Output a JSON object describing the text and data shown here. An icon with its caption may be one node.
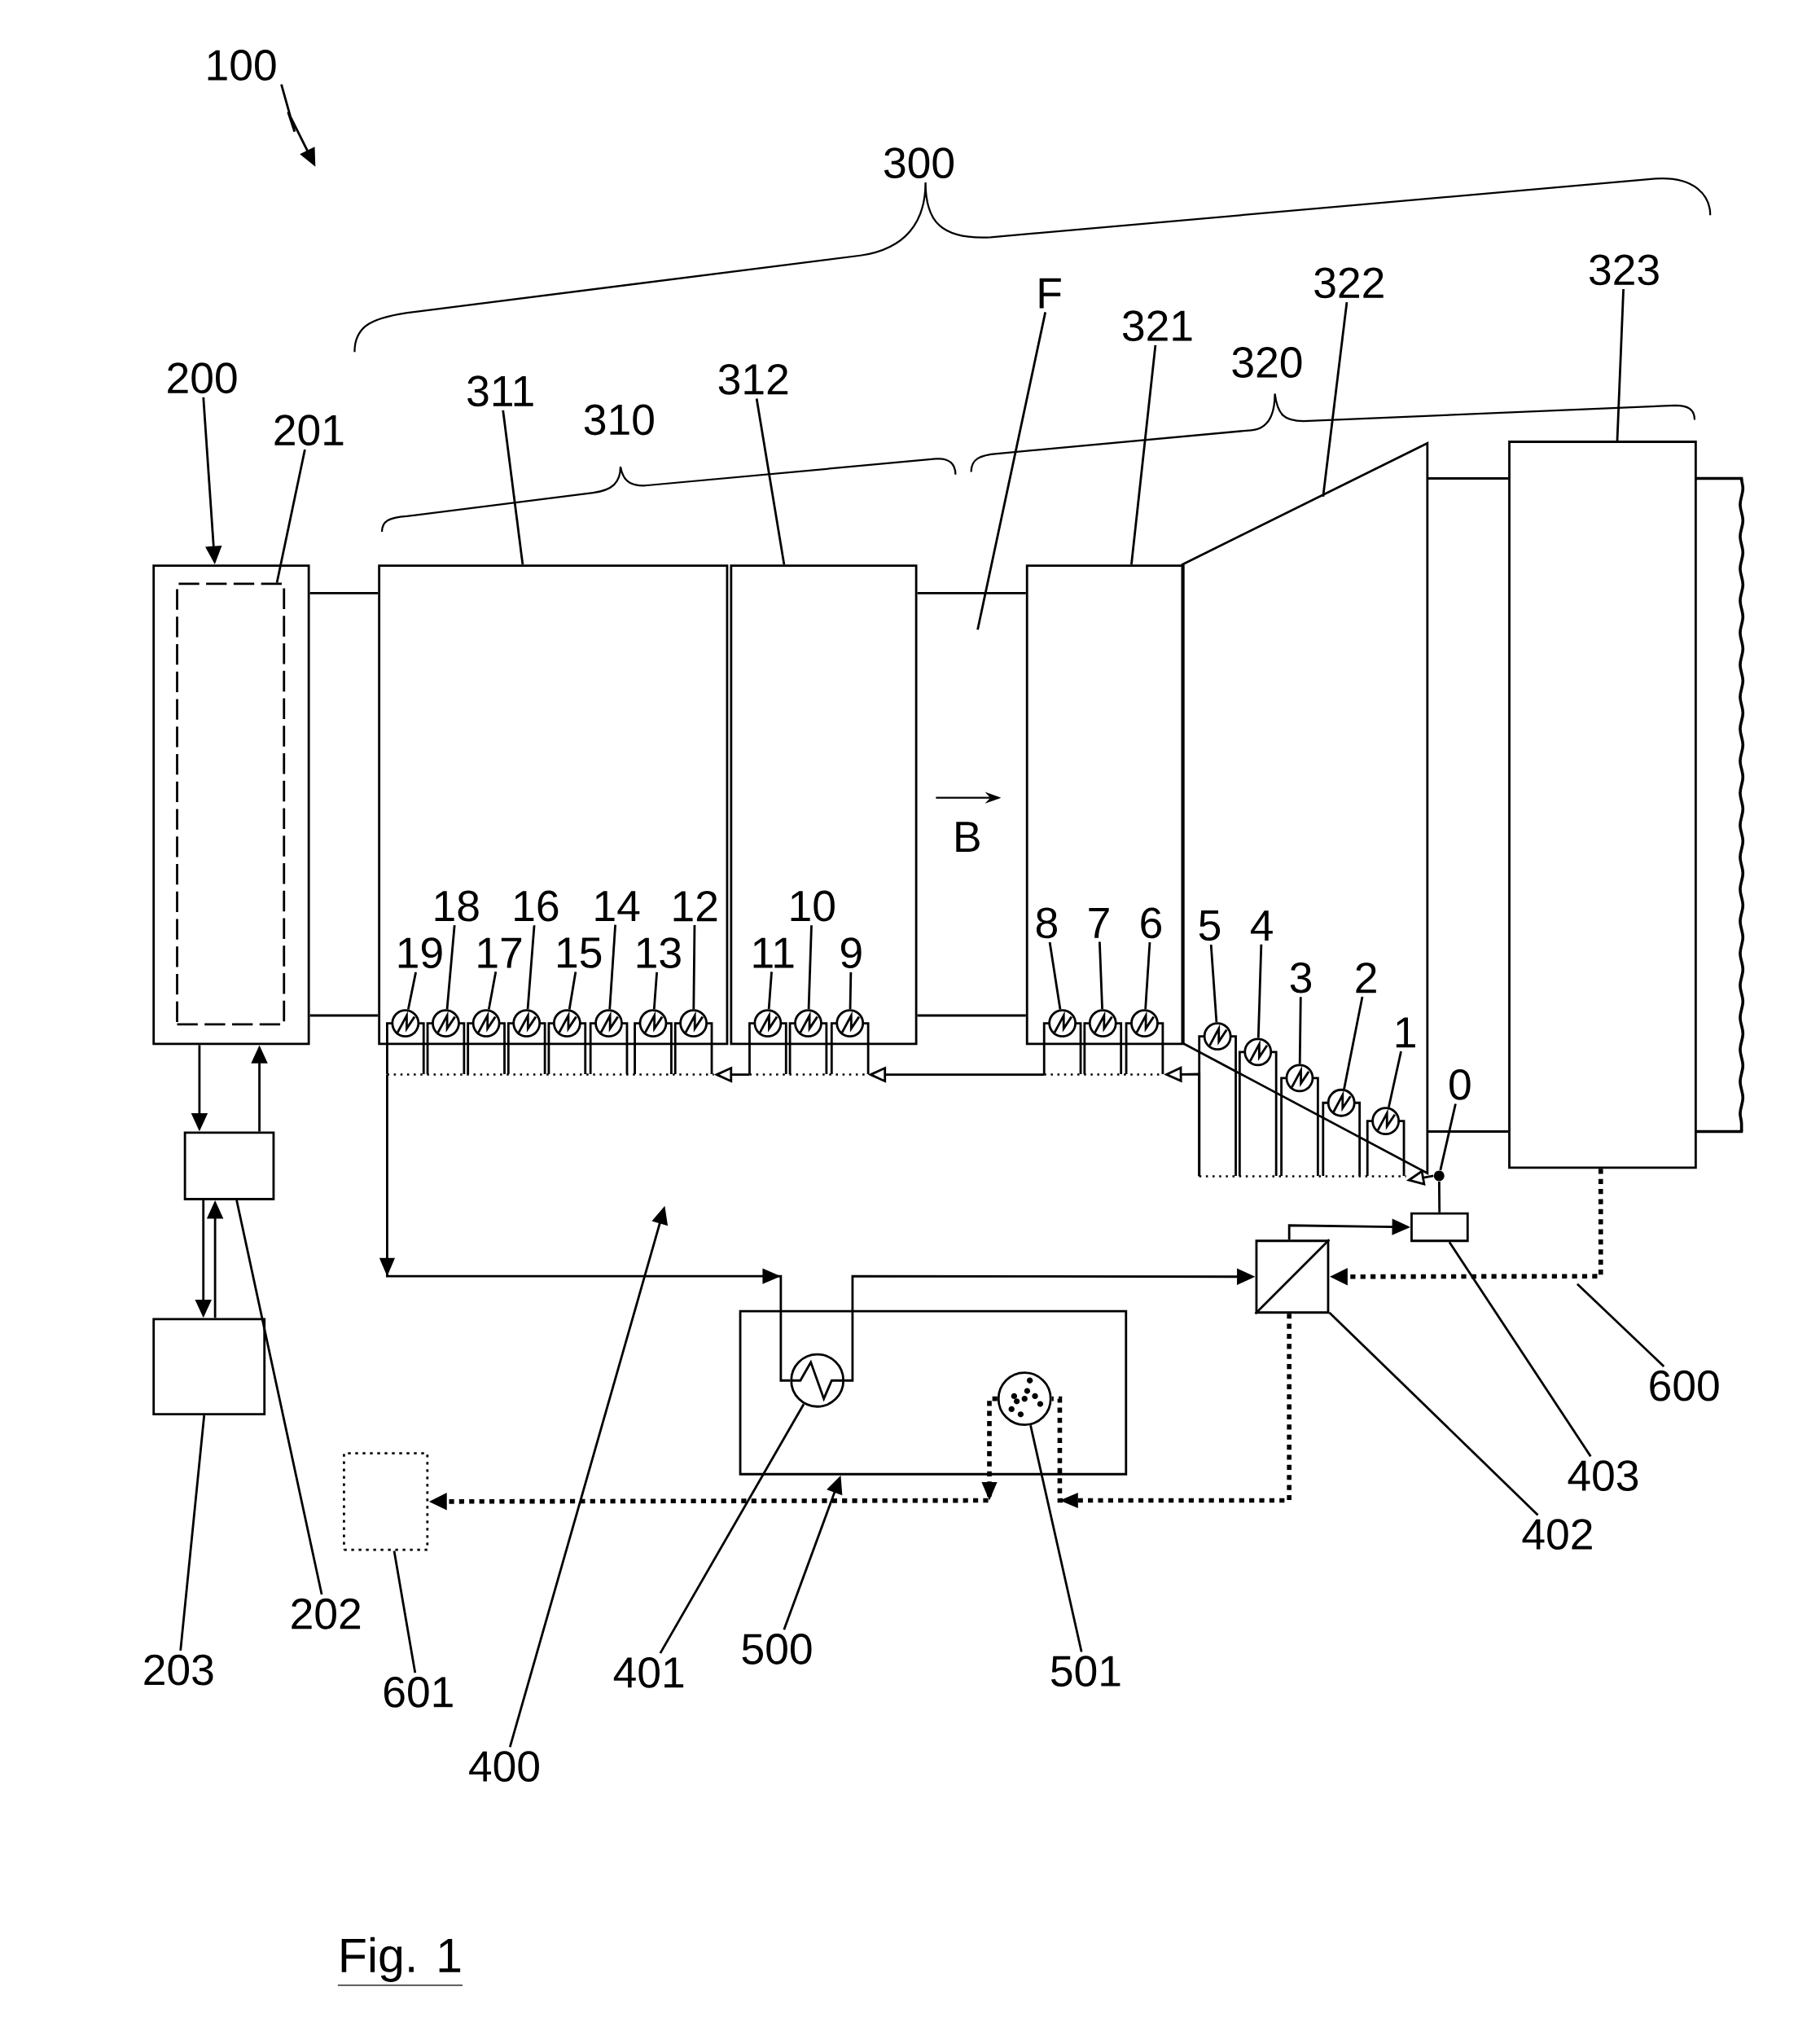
{
  "diagram": {
    "caption": "Fig. 1",
    "nodes": [
      {
        "text": [
          "100"
        ]
      },
      {
        "text": [
          "200"
        ]
      },
      {
        "text": [],
        "shape": "box"
      },
      {
        "text": [],
        "shape": "box",
        "in": 2
      },
      {
        "text": [
          "201"
        ]
      },
      {
        "text": [
          "311"
        ]
      },
      {
        "text": [],
        "shape": "box"
      },
      {
        "text": [
          "312"
        ]
      },
      {
        "text": [],
        "shape": "box"
      },
      {
        "text": [
          "F"
        ]
      },
      {
        "text": [
          "321"
        ]
      },
      {
        "text": [],
        "shape": "box"
      },
      {
        "text": [
          "322"
        ]
      },
      {
        "text": [],
        "shape": "trapezoid"
      },
      {
        "text": [
          "323"
        ]
      },
      {
        "text": [],
        "shape": "box"
      },
      {
        "text": [
          "19"
        ],
        "in": 6
      },
      {
        "text": [],
        "shape": "circle",
        "in": 6
      },
      {
        "text": [
          "18"
        ],
        "in": 6
      },
      {
        "text": [],
        "shape": "circle",
        "in": 6
      },
      {
        "text": [
          "17"
        ],
        "in": 6
      },
      {
        "text": [],
        "shape": "circle",
        "in": 6
      },
      {
        "text": [
          "16"
        ],
        "in": 6
      },
      {
        "text": [],
        "shape": "circle",
        "in": 6
      },
      {
        "text": [
          "15"
        ],
        "in": 6
      },
      {
        "text": [],
        "shape": "circle",
        "in": 6
      },
      {
        "text": [
          "14"
        ],
        "in": 6
      },
      {
        "text": [],
        "shape": "circle",
        "in": 6
      },
      {
        "text": [
          "13"
        ],
        "in": 6
      },
      {
        "text": [],
        "shape": "circle",
        "in": 6
      },
      {
        "text": [
          "12"
        ],
        "in": 6
      },
      {
        "text": [],
        "shape": "circle",
        "in": 6
      },
      {
        "text": [
          "11"
        ],
        "in": 8
      },
      {
        "text": [],
        "shape": "circle",
        "in": 8
      },
      {
        "text": [
          "10"
        ],
        "in": 8
      },
      {
        "text": [],
        "shape": "circle",
        "in": 8
      },
      {
        "text": [
          "9"
        ],
        "in": 8
      },
      {
        "text": [],
        "shape": "circle",
        "in": 8
      },
      {
        "text": [
          "8"
        ],
        "in": 11
      },
      {
        "text": [],
        "shape": "circle",
        "in": 11
      },
      {
        "text": [
          "7"
        ],
        "in": 11
      },
      {
        "text": [],
        "shape": "circle",
        "in": 11
      },
      {
        "text": [
          "6"
        ],
        "in": 11
      },
      {
        "text": [],
        "shape": "circle",
        "in": 11
      },
      {
        "text": [
          "5"
        ],
        "in": 13
      },
      {
        "text": [],
        "shape": "circle",
        "in": 13
      },
      {
        "text": [
          "4"
        ],
        "in": 13
      },
      {
        "text": [],
        "shape": "circle",
        "in": 13
      },
      {
        "text": [
          "3"
        ],
        "in": 13
      },
      {
        "text": [],
        "shape": "circle",
        "in": 13
      },
      {
        "text": [
          "2"
        ],
        "in": 13
      },
      {
        "text": [],
        "shape": "circle",
        "in": 13
      },
      {
        "text": [
          "1"
        ],
        "in": 13
      },
      {
        "text": [],
        "shape": "circle",
        "in": 13
      },
      {
        "text": [
          "0"
        ]
      },
      {
        "text": [],
        "shape": "circle"
      },
      {
        "text": [
          "202"
        ]
      },
      {
        "text": [],
        "shape": "box"
      },
      {
        "text": [
          "203"
        ]
      },
      {
        "text": [],
        "shape": "box"
      },
      {
        "text": [],
        "shape": "box"
      },
      {
        "text": [],
        "shape": "circle",
        "in": 60
      },
      {
        "text": [],
        "shape": "circle",
        "in": 60
      },
      {
        "text": [],
        "shape": "box"
      },
      {
        "text": [],
        "shape": "box"
      },
      {
        "text": [],
        "shape": "box"
      },
      {
        "text": [
          "400"
        ]
      },
      {
        "text": [
          "401"
        ]
      },
      {
        "text": [
          "500"
        ]
      },
      {
        "text": [
          "501"
        ]
      },
      {
        "text": [
          "402"
        ]
      },
      {
        "text": [
          "403"
        ]
      },
      {
        "text": [
          "600"
        ]
      },
      {
        "text": [
          "601"
        ]
      },
      {
        "text": [],
        "shape": "bar"
      },
      {
        "text": [],
        "shape": "bar"
      },
      {
        "text": [],
        "shape": "bar"
      },
      {
        "text": [],
        "shape": "bar"
      }
    ],
    "edges": [
      {
        "from": 2,
        "to": 57,
        "arrow": "to"
      },
      {
        "from": 57,
        "to": 2,
        "arrow": "to"
      },
      {
        "from": 57,
        "to": 59,
        "arrow": "to"
      },
      {
        "from": 59,
        "to": 57,
        "arrow": "to"
      },
      {
        "from": 2,
        "to": 6,
        "arrow": "none"
      },
      {
        "from": 2,
        "to": 6,
        "arrow": "none"
      },
      {
        "from": 8,
        "to": 11,
        "arrow": "none"
      },
      {
        "from": 8,
        "to": 11,
        "arrow": "none"
      },
      {
        "from": 13,
        "to": 15,
        "arrow": "none"
      },
      {
        "from": 13,
        "to": 15,
        "arrow": "none"
      },
      {
        "from": 74,
        "to": 61,
        "arrow": "to"
      },
      {
        "from": 61,
        "to": 63,
        "arrow": "to"
      },
      {
        "from": 63,
        "to": 64,
        "arrow": "to"
      },
      {
        "from": 55,
        "to": 64,
        "arrow": "none"
      },
      {
        "from": 15,
        "to": 63,
        "arrow": "to",
        "style": "dashed"
      },
      {
        "from": 63,
        "to": 62,
        "arrow": "to",
        "style": "dashed"
      },
      {
        "from": 62,
        "to": 65,
        "arrow": "to",
        "style": "dashed"
      },
      {
        "from": 0,
        "to": null,
        "arrow": "to"
      },
      {
        "from": 1,
        "to": 2,
        "arrow": "to"
      },
      {
        "from": 4,
        "to": 3,
        "arrow": "none"
      },
      {
        "from": 5,
        "to": 6,
        "arrow": "none"
      },
      {
        "from": 7,
        "to": 8,
        "arrow": "none"
      },
      {
        "from": 9,
        "to": null,
        "arrow": "none"
      },
      {
        "from": 10,
        "to": 11,
        "arrow": "none"
      },
      {
        "from": 12,
        "to": 13,
        "arrow": "none"
      },
      {
        "from": 14,
        "to": 15,
        "arrow": "none"
      },
      {
        "from": 16,
        "to": 17,
        "arrow": "none"
      },
      {
        "from": 18,
        "to": 19,
        "arrow": "none"
      },
      {
        "from": 20,
        "to": 21,
        "arrow": "none"
      },
      {
        "from": 22,
        "to": 23,
        "arrow": "none"
      },
      {
        "from": 24,
        "to": 25,
        "arrow": "none"
      },
      {
        "from": 26,
        "to": 27,
        "arrow": "none"
      },
      {
        "from": 28,
        "to": 29,
        "arrow": "none"
      },
      {
        "from": 30,
        "to": 31,
        "arrow": "none"
      },
      {
        "from": 32,
        "to": 33,
        "arrow": "none"
      },
      {
        "from": 34,
        "to": 35,
        "arrow": "none"
      },
      {
        "from": 36,
        "to": 37,
        "arrow": "none"
      },
      {
        "from": 38,
        "to": 39,
        "arrow": "none"
      },
      {
        "from": 40,
        "to": 41,
        "arrow": "none"
      },
      {
        "from": 42,
        "to": 43,
        "arrow": "none"
      },
      {
        "from": 44,
        "to": 45,
        "arrow": "none"
      },
      {
        "from": 46,
        "to": 47,
        "arrow": "none"
      },
      {
        "from": 48,
        "to": 49,
        "arrow": "none"
      },
      {
        "from": 50,
        "to": 51,
        "arrow": "none"
      },
      {
        "from": 52,
        "to": 53,
        "arrow": "none"
      },
      {
        "from": 54,
        "to": 55,
        "arrow": "none"
      },
      {
        "from": 56,
        "to": 57,
        "arrow": "none"
      },
      {
        "from": 58,
        "to": 59,
        "arrow": "none"
      },
      {
        "from": 66,
        "to": null,
        "arrow": "to"
      },
      {
        "from": 67,
        "to": 61,
        "arrow": "none"
      },
      {
        "from": 68,
        "to": 60,
        "arrow": "to"
      },
      {
        "from": 69,
        "to": 62,
        "arrow": "none"
      },
      {
        "from": 70,
        "to": 63,
        "arrow": "none"
      },
      {
        "from": 71,
        "to": 64,
        "arrow": "none"
      },
      {
        "from": 72,
        "to": null,
        "arrow": "none"
      },
      {
        "from": 73,
        "to": 65,
        "arrow": "none"
      },
      {
        "from": 75,
        "to": 74,
        "arrow": "to"
      },
      {
        "from": 76,
        "to": 75,
        "arrow": "to"
      },
      {
        "from": 77,
        "to": 76,
        "arrow": "to"
      },
      {
        "from": 55,
        "to": 77,
        "arrow": "to"
      }
    ],
    "labels": [
      "300",
      "310",
      "320",
      "B"
    ]
  }
}
